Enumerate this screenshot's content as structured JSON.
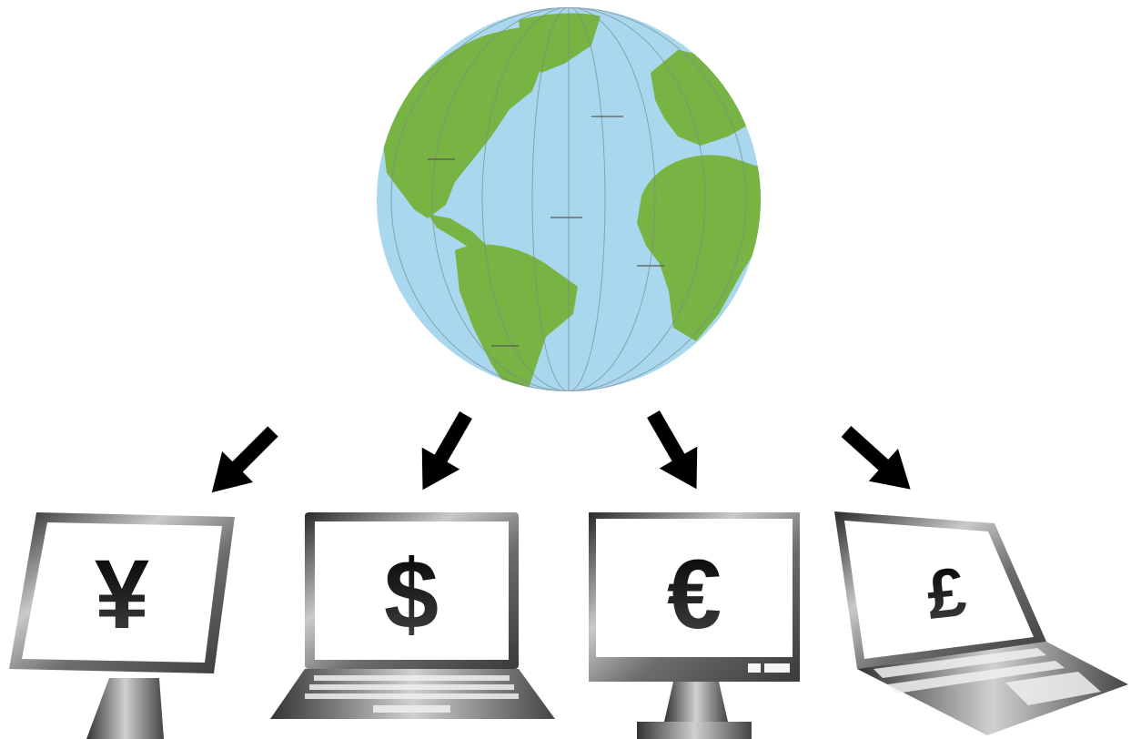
{
  "illustration": {
    "globe": {
      "icon": "globe-icon",
      "ocean_color": "#a9d8ee",
      "land_color": "#77b443"
    },
    "arrow_color": "#000000",
    "devices": [
      {
        "kind": "monitor",
        "currency_symbol": "¥",
        "icon": "yen-icon"
      },
      {
        "kind": "laptop",
        "currency_symbol": "$",
        "icon": "dollar-icon"
      },
      {
        "kind": "monitor",
        "currency_symbol": "€",
        "icon": "euro-icon"
      },
      {
        "kind": "laptop",
        "currency_symbol": "£",
        "icon": "pound-icon"
      }
    ]
  }
}
